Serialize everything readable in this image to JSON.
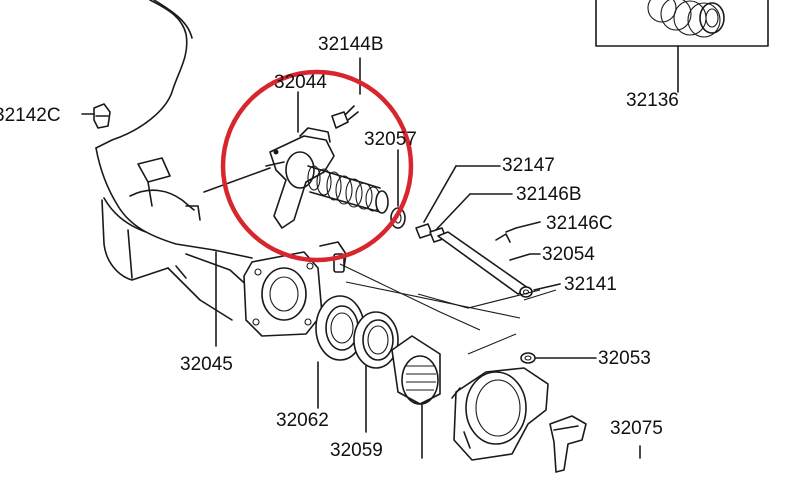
{
  "diagram": {
    "labels": [
      {
        "key": "32144B",
        "text": "32144B"
      },
      {
        "key": "32044",
        "text": "32044"
      },
      {
        "key": "32142C",
        "text": "32142C"
      },
      {
        "key": "32057",
        "text": "32057"
      },
      {
        "key": "32147",
        "text": "32147"
      },
      {
        "key": "32146B",
        "text": "32146B"
      },
      {
        "key": "32146C",
        "text": "32146C"
      },
      {
        "key": "32054",
        "text": "32054"
      },
      {
        "key": "32141",
        "text": "32141"
      },
      {
        "key": "32136",
        "text": "32136"
      },
      {
        "key": "32045",
        "text": "32045"
      },
      {
        "key": "32053",
        "text": "32053"
      },
      {
        "key": "32062",
        "text": "32062"
      },
      {
        "key": "32059",
        "text": "32059"
      },
      {
        "key": "32075",
        "text": "32075"
      }
    ],
    "highlight_color": "#d8262e",
    "line_color": "#1a1a1a"
  }
}
